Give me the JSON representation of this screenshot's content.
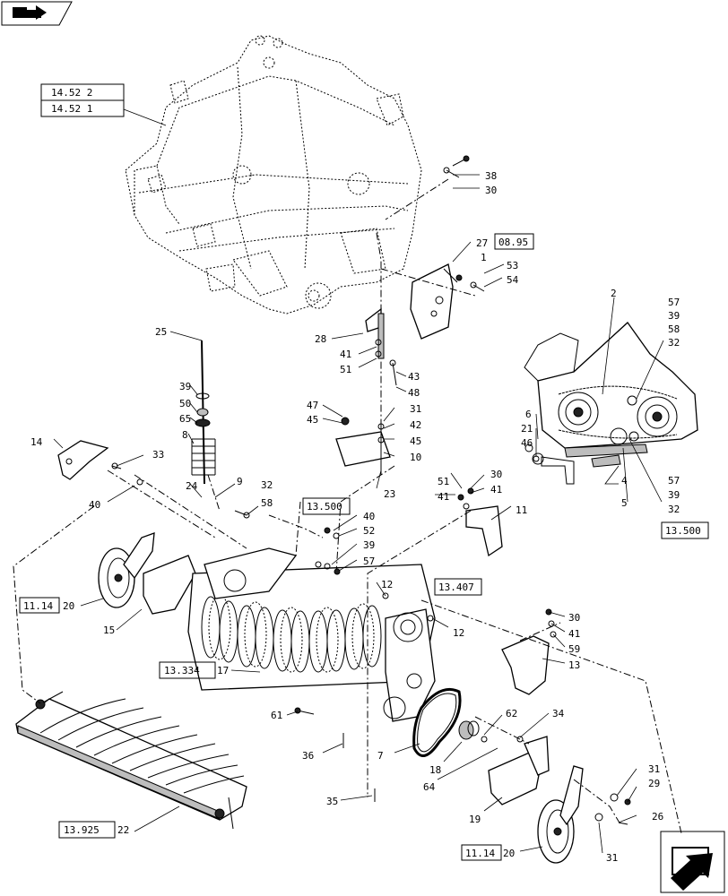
{
  "callouts": [
    {
      "id": "c-2",
      "text": "2"
    },
    {
      "id": "c-57a",
      "text": "57"
    },
    {
      "id": "c-39a",
      "text": "39"
    },
    {
      "id": "c-58a",
      "text": "58"
    },
    {
      "id": "c-32a",
      "text": "32"
    },
    {
      "id": "c-38",
      "text": "38"
    },
    {
      "id": "c-30a",
      "text": "30"
    },
    {
      "id": "c-27",
      "text": "27"
    },
    {
      "id": "c-1",
      "text": "1"
    },
    {
      "id": "c-53",
      "text": "53"
    },
    {
      "id": "c-54",
      "text": "54"
    },
    {
      "id": "c-28",
      "text": "28"
    },
    {
      "id": "c-41a",
      "text": "41"
    },
    {
      "id": "c-51a",
      "text": "51"
    },
    {
      "id": "c-43",
      "text": "43"
    },
    {
      "id": "c-48",
      "text": "48"
    },
    {
      "id": "c-25",
      "text": "25"
    },
    {
      "id": "c-39b",
      "text": "39"
    },
    {
      "id": "c-50",
      "text": "50"
    },
    {
      "id": "c-65",
      "text": "65"
    },
    {
      "id": "c-8",
      "text": "8"
    },
    {
      "id": "c-47",
      "text": "47"
    },
    {
      "id": "c-45a",
      "text": "45"
    },
    {
      "id": "c-31a",
      "text": "31"
    },
    {
      "id": "c-42",
      "text": "42"
    },
    {
      "id": "c-45b",
      "text": "45"
    },
    {
      "id": "c-10",
      "text": "10"
    },
    {
      "id": "c-23",
      "text": "23"
    },
    {
      "id": "c-6",
      "text": "6"
    },
    {
      "id": "c-21",
      "text": "21"
    },
    {
      "id": "c-46",
      "text": "46"
    },
    {
      "id": "c-4",
      "text": "4"
    },
    {
      "id": "c-5",
      "text": "5"
    },
    {
      "id": "c-57b",
      "text": "57"
    },
    {
      "id": "c-39c",
      "text": "39"
    },
    {
      "id": "c-32b",
      "text": "32"
    },
    {
      "id": "c-14",
      "text": "14"
    },
    {
      "id": "c-33",
      "text": "33"
    },
    {
      "id": "c-40a",
      "text": "40"
    },
    {
      "id": "c-24",
      "text": "24"
    },
    {
      "id": "c-9",
      "text": "9"
    },
    {
      "id": "c-32c",
      "text": "32"
    },
    {
      "id": "c-58b",
      "text": "58"
    },
    {
      "id": "c-51b",
      "text": "51"
    },
    {
      "id": "c-30b",
      "text": "30"
    },
    {
      "id": "c-41b",
      "text": "41"
    },
    {
      "id": "c-41c",
      "text": "41"
    },
    {
      "id": "c-11",
      "text": "11"
    },
    {
      "id": "c-40b",
      "text": "40"
    },
    {
      "id": "c-52",
      "text": "52"
    },
    {
      "id": "c-39d",
      "text": "39"
    },
    {
      "id": "c-57c",
      "text": "57"
    },
    {
      "id": "c-20a",
      "text": "20"
    },
    {
      "id": "c-15",
      "text": "15"
    },
    {
      "id": "c-12a",
      "text": "12"
    },
    {
      "id": "c-12b",
      "text": "12"
    },
    {
      "id": "c-30c",
      "text": "30"
    },
    {
      "id": "c-41d",
      "text": "41"
    },
    {
      "id": "c-59",
      "text": "59"
    },
    {
      "id": "c-13",
      "text": "13"
    },
    {
      "id": "c-17",
      "text": "17"
    },
    {
      "id": "c-61",
      "text": "61"
    },
    {
      "id": "c-36",
      "text": "36"
    },
    {
      "id": "c-7",
      "text": "7"
    },
    {
      "id": "c-62",
      "text": "62"
    },
    {
      "id": "c-34",
      "text": "34"
    },
    {
      "id": "c-18",
      "text": "18"
    },
    {
      "id": "c-64",
      "text": "64"
    },
    {
      "id": "c-35",
      "text": "35"
    },
    {
      "id": "c-19",
      "text": "19"
    },
    {
      "id": "c-31b",
      "text": "31"
    },
    {
      "id": "c-29",
      "text": "29"
    },
    {
      "id": "c-26",
      "text": "26"
    },
    {
      "id": "c-31c",
      "text": "31"
    },
    {
      "id": "c-22",
      "text": "22"
    },
    {
      "id": "c-20b",
      "text": "20"
    }
  ],
  "refs": [
    {
      "id": "r-1452-2",
      "text": "14.52 2"
    },
    {
      "id": "r-1452-1",
      "text": "14.52 1"
    },
    {
      "id": "r-0895",
      "text": "08.95"
    },
    {
      "id": "r-13500a",
      "text": "13.500"
    },
    {
      "id": "r-13500b",
      "text": "13.500"
    },
    {
      "id": "r-13407",
      "text": "13.407"
    },
    {
      "id": "r-1114a",
      "text": "11.14"
    },
    {
      "id": "r-13334",
      "text": "13.334"
    },
    {
      "id": "r-13925",
      "text": "13.925"
    },
    {
      "id": "r-1114b",
      "text": "11.14"
    }
  ]
}
